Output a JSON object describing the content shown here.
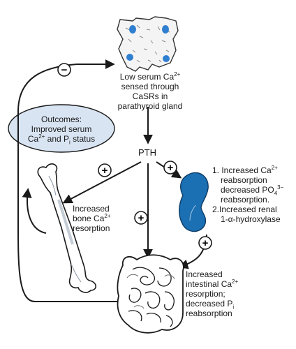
{
  "gland_label": {
    "line1_pre": "Low serum Ca",
    "line1_sup": "2+",
    "line2": "sensed through",
    "line3": "CaSRs in",
    "line4": "parathyroid gland"
  },
  "pth_label": "PTH",
  "outcomes_label": {
    "line1": "Outcomes:",
    "line2": "Improved serum",
    "line3_pre": "Ca",
    "line3_sup": "2+",
    "line3_mid": " and P",
    "line3_sub": "i",
    "line3_post": " status"
  },
  "bone_label": {
    "line1": "Increased",
    "line2_pre": "bone Ca",
    "line2_sup": "2+",
    "line3": "resorption"
  },
  "kidney_label": {
    "line1_pre": "1. Increased Ca",
    "line1_sup": "2+",
    "line2": "reabsorption",
    "line3_pre": "decreased PO",
    "line3_sub": "4",
    "line3_sup": "3−",
    "line4": "reabsorption.",
    "line5": "2.Increased renal",
    "line6": "1-α-hydroxylase"
  },
  "intestine_label": {
    "line1": "Increased",
    "line2_pre": "intestinal Ca",
    "line2_sup": "2+",
    "line3": "resorption;",
    "line4_pre": "decreased P",
    "line4_sub": "i",
    "line5": "reabsorption"
  },
  "feedback_signs": {
    "negative": "−",
    "positive": "+"
  },
  "colors": {
    "line": "#1a1a1a",
    "kidney": "#1b6fb3",
    "gland_dots": "#2f7fd0",
    "outcomes_fill": "#d9e4f2"
  }
}
